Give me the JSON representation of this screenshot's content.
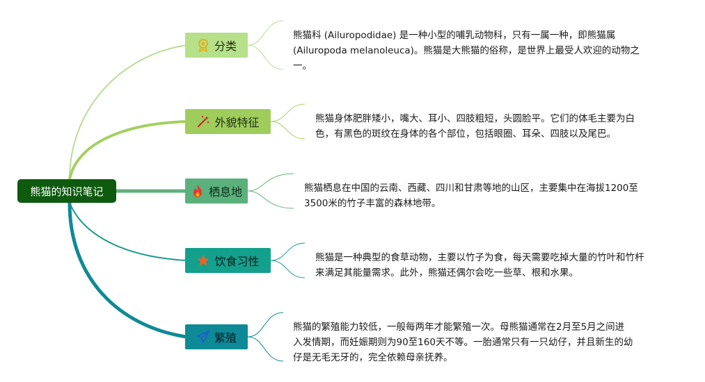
{
  "root": {
    "label": "熊猫的知识笔记",
    "color": "#0e5a0f"
  },
  "branches": [
    {
      "id": "classification",
      "label": "分类",
      "icon": "award-ribbon-icon",
      "node_color": "#b6e08a",
      "line_color": "#b9dd95",
      "text_color": "#1e2e10",
      "description": [
        "熊猫科 (Ailuropodidae) 是一种小型的哺乳动物科，只有一属一种，即熊猫属",
        "(Ailuropoda melanoleuca)。熊猫是大熊猫的俗称，是世界上最受人欢迎的动物之",
        "一。"
      ]
    },
    {
      "id": "appearance",
      "label": "外貌特征",
      "icon": "magic-wand-icon",
      "node_color": "#9fcd5c",
      "line_color": "#a4d060",
      "text_color": "#1e2e10",
      "description": [
        "熊猫身体肥胖矮小，嘴大、耳小、四肢粗短，头圆脸平。它们的体毛主要为白",
        "色，有黑色的斑纹在身体的各个部位，包括眼圈、耳朵、四肢以及尾巴。"
      ]
    },
    {
      "id": "habitat",
      "label": "栖息地",
      "icon": "flame-icon",
      "node_color": "#5ab17c",
      "line_color": "#62b07e",
      "text_color": "#0e2a16",
      "description": [
        "熊猫栖息在中国的云南、西藏、四川和甘肃等地的山区，主要集中在海拔1200至",
        "3500米的竹子丰富的森林地带。"
      ]
    },
    {
      "id": "diet",
      "label": "饮食习性",
      "icon": "star-icon",
      "node_color": "#13a08c",
      "line_color": "#16998a",
      "text_color": "#0c1e1c",
      "description": [
        "熊猫是一种典型的食草动物，主要以竹子为食，每天需要吃掉大量的竹叶和竹杆",
        "来满足其能量需求。此外，熊猫还偶尔会吃一些草、根和水果。"
      ]
    },
    {
      "id": "reproduction",
      "label": "繁殖",
      "icon": "paper-plane-icon",
      "node_color": "#0e8a96",
      "line_color": "#0e8a96",
      "text_color": "#0c1e22",
      "description": [
        "熊猫的繁殖能力较低，一般每两年才能繁殖一次。母熊猫通常在2月至5月之间进",
        "入发情期，而妊娠期则为90至160天不等。一胎通常只有一只幼仔，并且新生的幼",
        "仔是无毛无牙的，完全依赖母亲抚养。"
      ]
    }
  ]
}
